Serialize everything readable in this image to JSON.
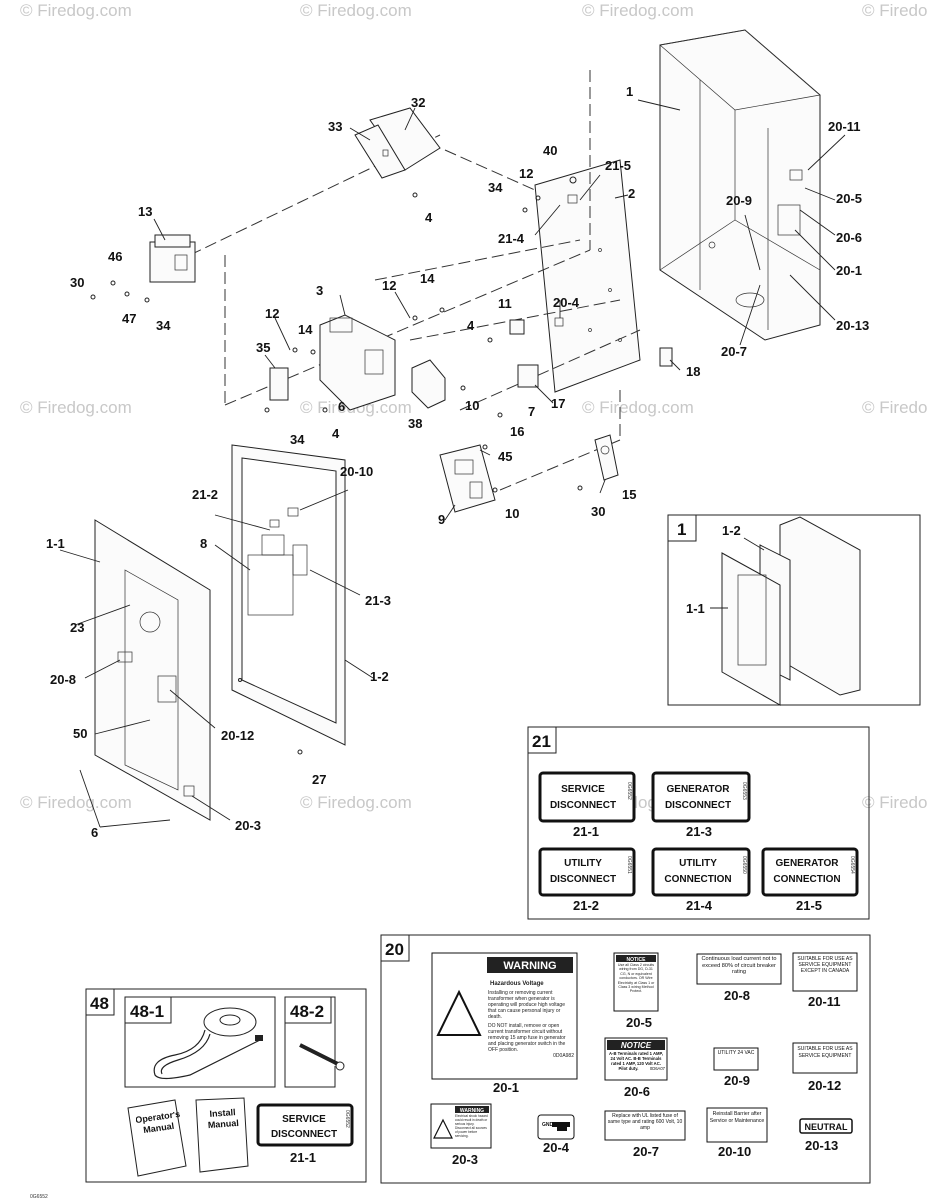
{
  "watermark": "© Firedog.com",
  "callouts": {
    "c1": "1",
    "c2": "2",
    "c3": "3",
    "c4a": "4",
    "c4b": "4",
    "c4c": "4",
    "c6a": "6",
    "c6b": "6",
    "c7": "7",
    "c8": "8",
    "c9": "9",
    "c10a": "10",
    "c10b": "10",
    "c11": "11",
    "c12a": "12",
    "c12b": "12",
    "c12c": "12",
    "c13": "13",
    "c14a": "14",
    "c14b": "14",
    "c15": "15",
    "c16": "16",
    "c17": "17",
    "c18": "18",
    "c20_1": "20-1",
    "c20_3": "20-3",
    "c20_4": "20-4",
    "c20_5": "20-5",
    "c20_6": "20-6",
    "c20_7": "20-7",
    "c20_8": "20-8",
    "c20_9": "20-9",
    "c20_10": "20-10",
    "c20_11": "20-11",
    "c20_12": "20-12",
    "c20_13": "20-13",
    "c21_2": "21-2",
    "c21_3": "21-3",
    "c21_4": "21-4",
    "c21_5": "21-5",
    "c23": "23",
    "c27": "27",
    "c30a": "30",
    "c30b": "30",
    "c32": "32",
    "c33": "33",
    "c34a": "34",
    "c34b": "34",
    "c34c": "34",
    "c35": "35",
    "c38": "38",
    "c40": "40",
    "c45": "45",
    "c46": "46",
    "c47": "47",
    "c50": "50",
    "c1_1": "1-1",
    "c1_2": "1-2"
  },
  "box1": {
    "title": "1",
    "l1_2": "1-2",
    "l1_1": "1-1"
  },
  "box21": {
    "title": "21",
    "decals": [
      {
        "l1": "SERVICE",
        "l2": "DISCONNECT",
        "code": "0G6552",
        "label": "21-1"
      },
      {
        "l1": "GENERATOR",
        "l2": "DISCONNECT",
        "code": "0G6553",
        "label": "21-3"
      },
      {
        "l1": "UTILITY",
        "l2": "DISCONNECT",
        "code": "0G6551",
        "label": "21-2"
      },
      {
        "l1": "UTILITY",
        "l2": "CONNECTION",
        "code": "0G6550",
        "label": "21-4"
      },
      {
        "l1": "GENERATOR",
        "l2": "CONNECTION",
        "code": "0G6554",
        "label": "21-5"
      }
    ]
  },
  "box20": {
    "title": "20",
    "warning": {
      "header": "WARNING",
      "subtitle": "Hazardous Voltage",
      "body1": "Installing or removing current transformer when generator is operating will produce high voltage that can cause personal injury or death.",
      "body2": "DO NOT install, remove or open current transformer circuit without removing 15 amp fuse in generator and placing generator switch in the OFF position.",
      "code": "0D0A982",
      "label": "20-1"
    },
    "notice_small": {
      "header": "NOTICE",
      "body": "Use all Class 2 circuits wiring from DG, D-31 CG, N or equivalent conductors. OR Wire Electricity at Class 1 or Class 3 wiring Method Protect.",
      "label": "20-5"
    },
    "notice_big": {
      "header": "NOTICE",
      "body": "A-B Terminals rated 1 AMP, 24 Volt AC. B-B Terminals rated 1 AMP, 120 Volt AC. Pilot duty.",
      "code": "0D6A07",
      "label": "20-6"
    },
    "continuous": {
      "text": "Continuous load current not to exceed 80% of circuit breaker rating",
      "label": "20-8"
    },
    "suitable1": {
      "text": "SUITABLE FOR USE AS SERVICE EQUIPMENT EXCEPT IN CANADA",
      "label": "20-11"
    },
    "utility24": {
      "text": "UTILITY 24 VAC",
      "label": "20-9"
    },
    "suitable2": {
      "text": "SUITABLE FOR USE AS SERVICE EQUIPMENT",
      "label": "20-12"
    },
    "warn_small": {
      "header": "WARNING",
      "body": "Electrical shock hazard could result in death or serious injury. Disconnect all sources of power before servicing.",
      "label": "20-3"
    },
    "gnd": {
      "text": "GND",
      "label": "20-4"
    },
    "replace_fuse": {
      "text": "Replace with UL listed fuse of same type and rating 600 Volt, 10 amp",
      "label": "20-7"
    },
    "reinstall": {
      "text": "Reinstall Barrier after Service or Maintenance",
      "label": "20-10"
    },
    "neutral": {
      "text": "NEUTRAL",
      "label": "20-13"
    }
  },
  "box48": {
    "title": "48",
    "sub1": "48-1",
    "sub2": "48-2",
    "manual1": "Operator's Manual",
    "manual2": "Install Manual",
    "decal": {
      "l1": "SERVICE",
      "l2": "DISCONNECT",
      "code": "0G6552",
      "label": "21-1"
    }
  },
  "footer": "0G6552"
}
